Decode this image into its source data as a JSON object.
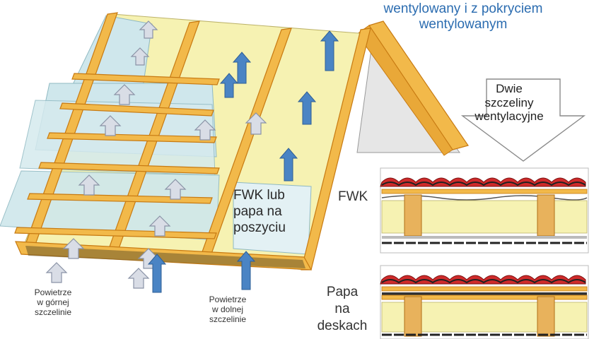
{
  "title": {
    "line1": "wentylowany i z pokryciem",
    "line2": "wentylowanym"
  },
  "arrow_label": {
    "line1": "Dwie",
    "line2": "szczeliny",
    "line3": "wentylacyjne"
  },
  "center_label": {
    "line1": "FWK lub",
    "line2": "papa na",
    "line3": "poszyciu"
  },
  "left_air_label": {
    "line1": "Powietrze",
    "line2": "w górnej",
    "line3": "szczelinie"
  },
  "mid_air_label": {
    "line1": "Powietrze",
    "line2": "w dolnej",
    "line3": "szczelinie"
  },
  "section_fwk_label": "FWK",
  "section_papa_label": {
    "line1": "Papa",
    "line2": "na",
    "line3": "deskach"
  },
  "colors": {
    "membrane": "#cfe7ec",
    "insulation": "#f6f2b2",
    "timber": "#f2b94a",
    "timber_edge": "#c77a12",
    "tile_red": "#cf2b2b",
    "arrow_blue": "#4a84c4",
    "title_blue": "#2b6cb0"
  }
}
